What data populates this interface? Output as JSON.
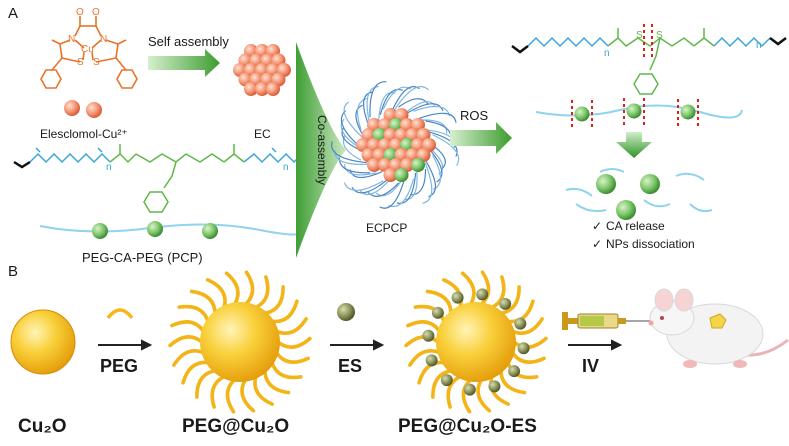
{
  "panels": {
    "a": "A",
    "b": "B"
  },
  "panel_a": {
    "self_assembly": "Self assembly",
    "elesclomol": "Elesclomol-Cu²⁺",
    "ec": "EC",
    "pcp": "PEG-CA-PEG (PCP)",
    "co_assembly": "Co-assembly",
    "ecpcp": "ECPCP",
    "ros": "ROS",
    "check1": "CA release",
    "check2": "NPs dissociation",
    "check_mark": "✓",
    "subscript_n": "n",
    "atoms": {
      "o": "O",
      "n": "N",
      "cu": "Cu",
      "s": "S"
    }
  },
  "panel_b": {
    "cu2o": "Cu₂O",
    "peg": "PEG",
    "peg_cu2o": "PEG@Cu₂O",
    "es": "ES",
    "peg_cu2o_es": "PEG@Cu₂O-ES",
    "iv": "IV"
  },
  "colors": {
    "orange": "#e8742a",
    "polymer_blue": "#39a5d8",
    "green": "#5fb84a",
    "gold": "#f6b71c",
    "arrow_green": "#4fae3b",
    "dark": "#222222"
  }
}
